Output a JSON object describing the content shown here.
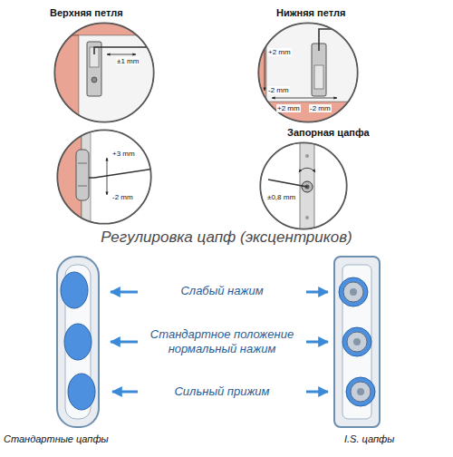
{
  "diagram": {
    "title": "Регулировка цапф (эксцентриков)",
    "nodes": [
      {
        "text": [
          "Верхняя петля",
          "±1 mm"
        ]
      },
      {
        "text": [
          "Нижняя петля",
          "+2 mm",
          "-2 mm",
          "+2 mm",
          "-2 mm"
        ]
      },
      {
        "text": [
          "+3 mm",
          "-2 mm"
        ]
      },
      {
        "text": [
          "Запорная цапфа",
          "±0,8 mm"
        ]
      },
      {
        "text": [
          "Стандартные цапфы"
        ]
      },
      {
        "text": [
          "I.S. цапфы"
        ]
      }
    ],
    "labels": [
      "Слабый нажим",
      "Стандартное положение нормальный нажим",
      "Сильный прижим"
    ]
  }
}
